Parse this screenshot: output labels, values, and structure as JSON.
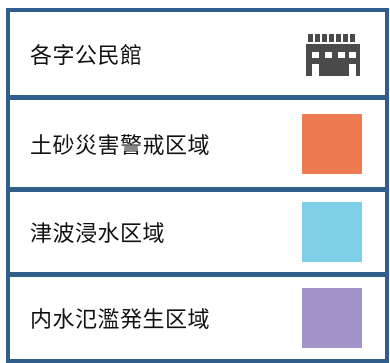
{
  "legend": {
    "items": [
      {
        "label": "各字公民館",
        "icon": "building-icon",
        "color": "#4a4a4a"
      },
      {
        "label": "土砂災害警戒区域",
        "color": "#ef7b52"
      },
      {
        "label": "津波浸水区域",
        "color": "#7fd0e6"
      },
      {
        "label": "内水氾濫発生区域",
        "color": "#a393c8"
      }
    ]
  }
}
